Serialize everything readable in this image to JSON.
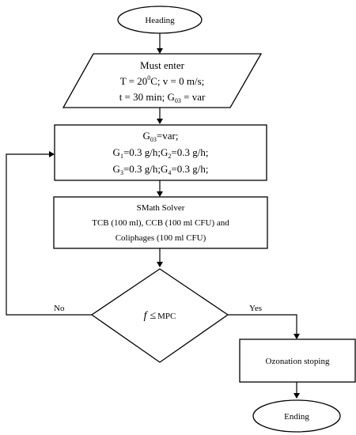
{
  "flowchart": {
    "start": "Heading",
    "input": {
      "line1": "Must enter",
      "line2_pre": "T = 20",
      "line2_sup": "0",
      "line2_post": "C; v = 0 m/s;",
      "line3_pre": "t = 30 min; G",
      "line3_sub": "03",
      "line3_post": " = var"
    },
    "params": {
      "line1_g": "G",
      "line1_sub": "03",
      "line1_post": "=var;",
      "line2": [
        {
          "g": "G",
          "sub": "1",
          "val": "=0.3 g/h;"
        },
        {
          "g": "G",
          "sub": "2",
          "val": "=0.3 g/h;"
        }
      ],
      "line3": [
        {
          "g": "G",
          "sub": "3",
          "val": "=0.3 g/h;"
        },
        {
          "g": "G",
          "sub": "4",
          "val": "=0.3 g/h;"
        }
      ]
    },
    "solver": {
      "line1": "SMath Solver",
      "line2": "TCB (100 ml), CCB (100 ml CFU) and",
      "line3": "Coliphages (100 ml CFU)"
    },
    "decision": {
      "var": "f",
      "op": "≤",
      "rhs": "MPC"
    },
    "no_label": "No",
    "yes_label": "Yes",
    "stop_box": "Ozonation stoping",
    "end": "Ending"
  }
}
